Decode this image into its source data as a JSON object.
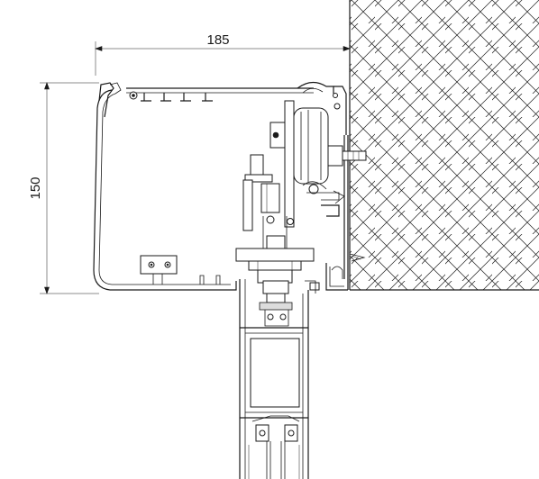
{
  "dimensions": {
    "width_label": "185",
    "height_label": "150"
  },
  "legend": {
    "wall_hatch_pattern": "crosshatch-diamond",
    "line_color": "#1a1a1a",
    "background_color": "#ffffff"
  }
}
